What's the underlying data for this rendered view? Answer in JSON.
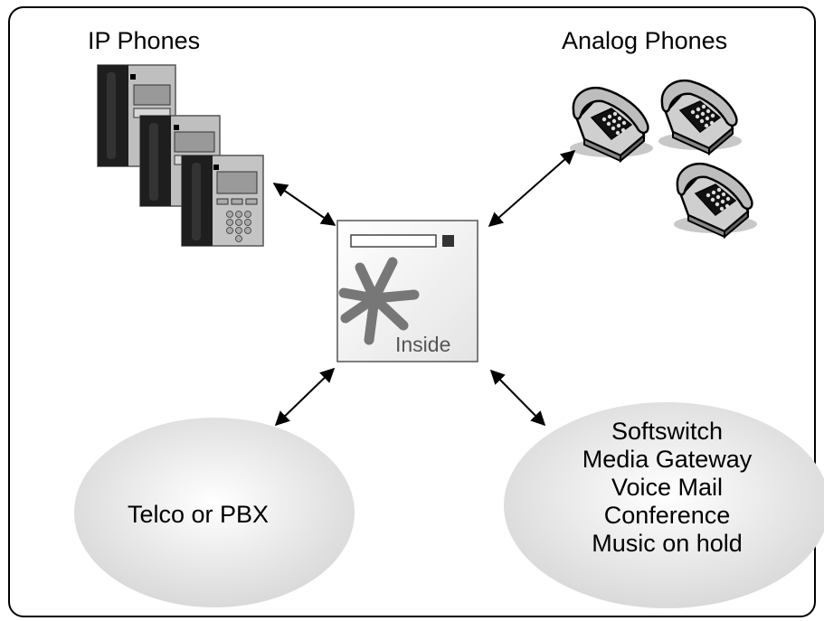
{
  "groups": {
    "ip_phones_label": "IP Phones",
    "analog_phones_label": "Analog Phones"
  },
  "device": {
    "label": "Inside"
  },
  "telco": {
    "label": "Telco or PBX"
  },
  "services": {
    "items": [
      "Softswitch",
      "Media Gateway",
      "Voice Mail",
      "Conference",
      "Music on hold"
    ]
  },
  "icons": [
    "ip-phone-icon",
    "analog-phone-icon",
    "asterisk-logo-icon",
    "double-arrow-icon"
  ]
}
